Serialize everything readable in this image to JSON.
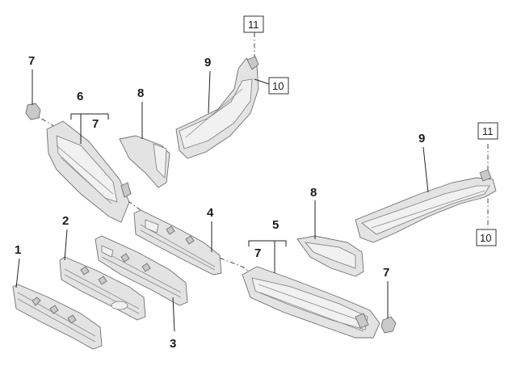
{
  "callouts": {
    "c1": "1",
    "c2": "2",
    "c3": "3",
    "c4": "4",
    "c5": "5",
    "c6": "6",
    "c6_sub": "7",
    "c5_sub": "7",
    "c7_top": "7",
    "c7_right": "7",
    "c8_left": "8",
    "c8_right": "8",
    "c9_left": "9",
    "c9_right": "9",
    "c10_left": "10",
    "c10_right": "10",
    "c11_left": "11",
    "c11_right": "11"
  }
}
